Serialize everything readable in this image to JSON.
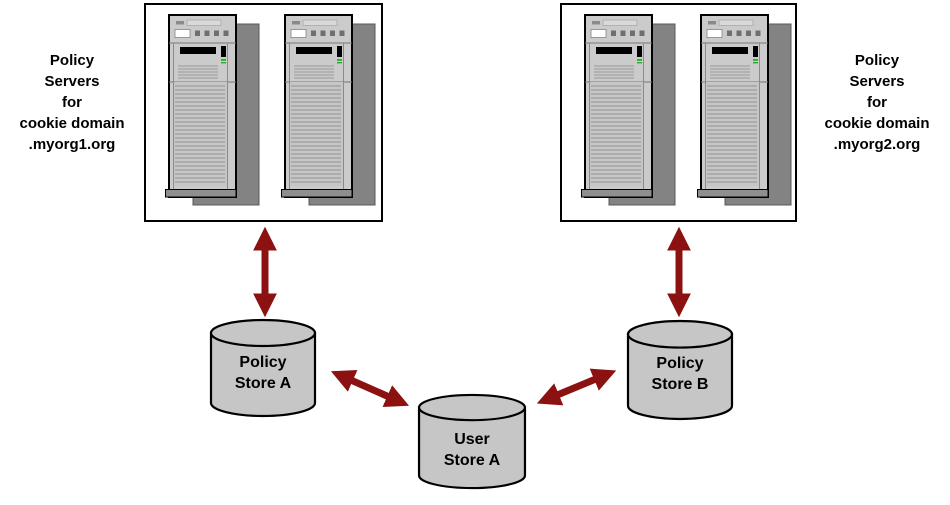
{
  "groups": {
    "left": {
      "label": "Policy\nServers\nfor\ncookie domain\n.myorg1.org",
      "server_count": 2
    },
    "right": {
      "label": "Policy\nServers\nfor\ncookie domain\n.myorg2.org",
      "server_count": 2
    }
  },
  "stores": {
    "policy_a": {
      "label": "Policy\nStore A"
    },
    "policy_b": {
      "label": "Policy\nStore B"
    },
    "user_a": {
      "label": "User\nStore A"
    }
  },
  "connections": [
    {
      "from": "Policy Servers for cookie domain .myorg1.org",
      "to": "Policy Store A",
      "type": "bidirectional"
    },
    {
      "from": "Policy Servers for cookie domain .myorg2.org",
      "to": "Policy Store B",
      "type": "bidirectional"
    },
    {
      "from": "Policy Store A",
      "to": "User Store A",
      "type": "bidirectional"
    },
    {
      "from": "Policy Store B",
      "to": "User Store A",
      "type": "bidirectional"
    }
  ],
  "colors": {
    "arrow": "#8c1111",
    "cylinder": "#c6c6c6",
    "server_body": "#cbcbcb",
    "server_shadow": "#838383",
    "led": "#21b221",
    "border": "#000000"
  }
}
